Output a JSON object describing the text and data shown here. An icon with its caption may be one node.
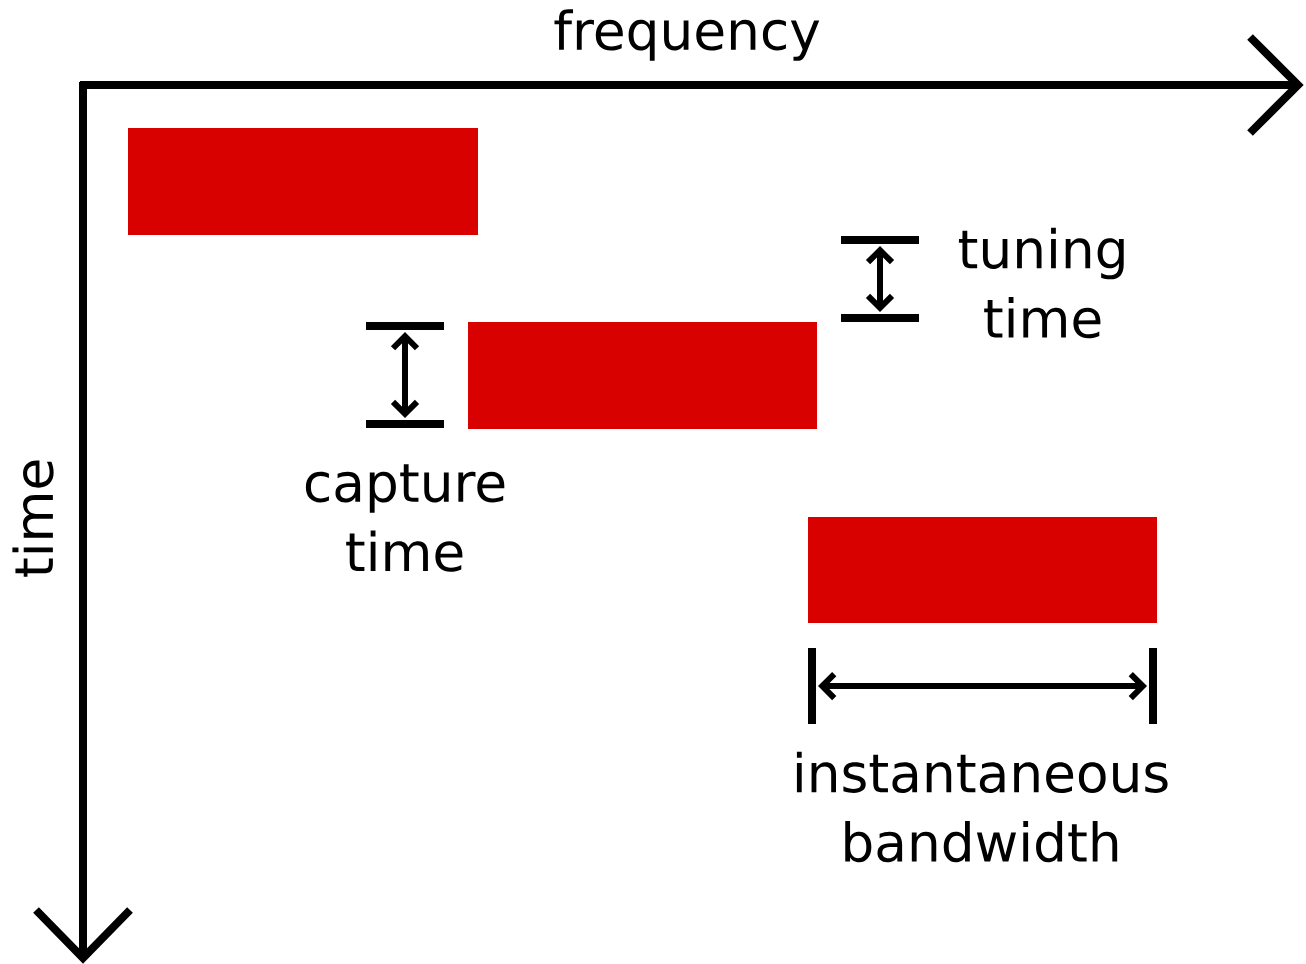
{
  "diagram": {
    "nodes": [
      {
        "text": [],
        "shape": "bar"
      },
      {
        "text": [],
        "shape": "bar"
      },
      {
        "text": [],
        "shape": "bar"
      }
    ],
    "labels": [
      "frequency",
      "time",
      "tuning time",
      "capture time",
      "instantaneous bandwidth"
    ]
  }
}
